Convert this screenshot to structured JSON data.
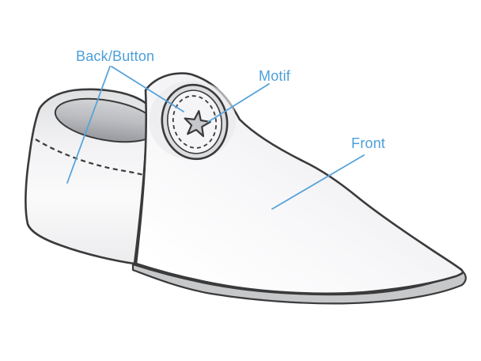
{
  "diagram": {
    "labels": {
      "back_button": "Back/Button",
      "motif": "Motif",
      "front": "Front"
    },
    "icons": {
      "star_motif": "five-pointed-star"
    },
    "colors": {
      "background": "#ffffff",
      "label_text": "#4d9fd9",
      "leader_line": "#57a3da",
      "outline": "#3a3a3a",
      "sole": "#c7c8ca",
      "button_ring": "#dbdcde",
      "button_face": "#f5f5f7",
      "star_fill": "#c6c8cb"
    }
  }
}
